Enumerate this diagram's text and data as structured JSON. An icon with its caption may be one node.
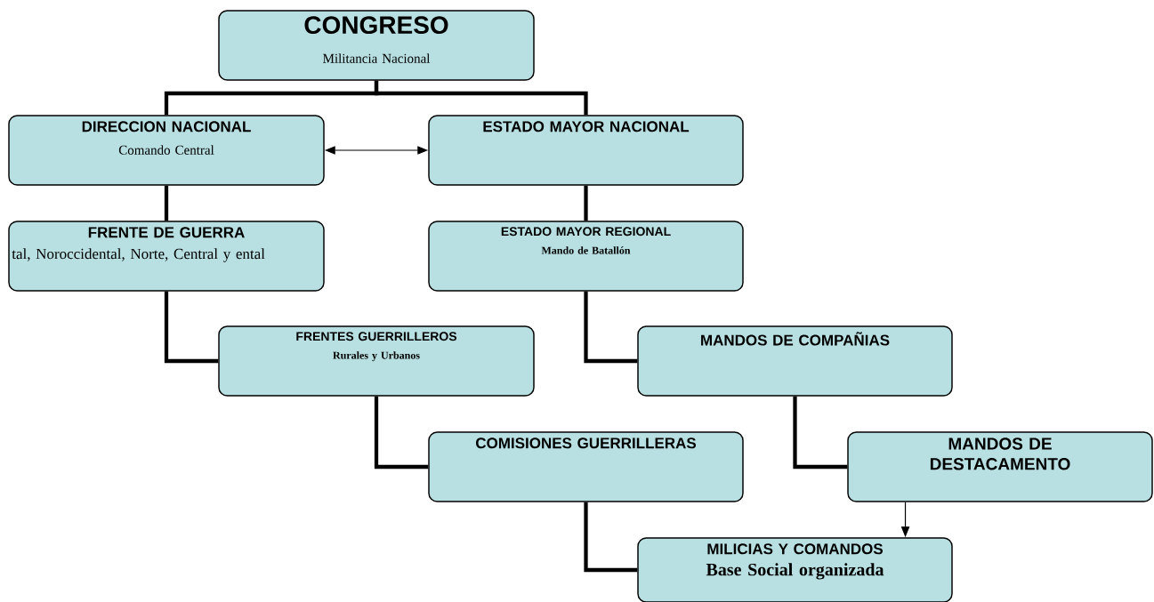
{
  "diagram": {
    "nodes": [
      {
        "text": [
          "CONGRESO",
          "Militancia Nacional"
        ]
      },
      {
        "text": [
          "DIRECCION NACIONAL",
          "Comando Central"
        ]
      },
      {
        "text": [
          "ESTADO MAYOR NACIONAL"
        ]
      },
      {
        "text": [
          "FRENTE DE GUERRA",
          "tal, Noroccidental, Norte, Central y ental"
        ]
      },
      {
        "text": [
          "ESTADO MAYOR REGIONAL",
          "Mando de Batallón"
        ]
      },
      {
        "text": [
          "FRENTES GUERRILLEROS",
          "Rurales y Urbanos"
        ]
      },
      {
        "text": [
          "MANDOS DE COMPAÑIAS"
        ]
      },
      {
        "text": [
          "COMISIONES GUERRILLERAS"
        ]
      },
      {
        "text": [
          "MANDOS DE DESTACAMENTO"
        ]
      },
      {
        "text": [
          "MILICIAS Y COMANDOS",
          "Base Social organizada"
        ]
      }
    ],
    "edges": [
      {
        "from": 0,
        "to": 1,
        "arrow": "none"
      },
      {
        "from": 0,
        "to": 2,
        "arrow": "none"
      },
      {
        "from": 1,
        "to": 2,
        "arrow": "both"
      },
      {
        "from": 1,
        "to": 3,
        "arrow": "none"
      },
      {
        "from": 2,
        "to": 4,
        "arrow": "none"
      },
      {
        "from": 3,
        "to": 5,
        "arrow": "none"
      },
      {
        "from": 4,
        "to": 6,
        "arrow": "none"
      },
      {
        "from": 5,
        "to": 7,
        "arrow": "none"
      },
      {
        "from": 6,
        "to": 8,
        "arrow": "none"
      },
      {
        "from": 7,
        "to": 9,
        "arrow": "none"
      },
      {
        "from": 8,
        "to": 9,
        "arrow": "to"
      }
    ]
  }
}
